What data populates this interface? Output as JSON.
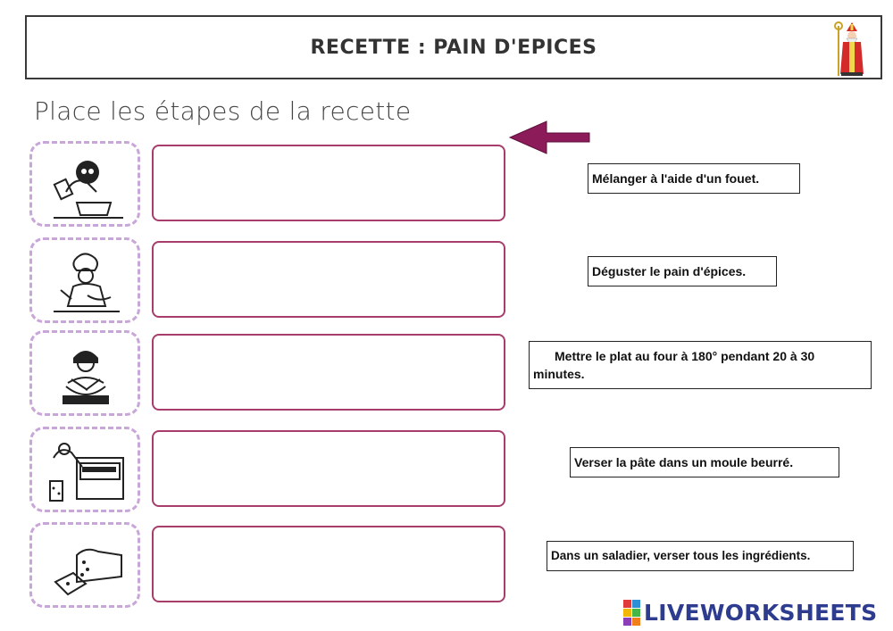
{
  "header": {
    "title": "RECETTE : PAIN D'EPICES",
    "icon": "saint-nicolas-icon"
  },
  "instruction": "Place les étapes de la recette",
  "arrow_color": "#8b1c59",
  "images": [
    {
      "icon": "person-pouring-ingredients-icon"
    },
    {
      "icon": "chef-whisking-icon"
    },
    {
      "icon": "child-mixing-bowl-icon"
    },
    {
      "icon": "person-oven-icon"
    },
    {
      "icon": "gingerbread-loaf-icon"
    }
  ],
  "labels": [
    {
      "text": "Mélanger à l'aide d'un fouet."
    },
    {
      "text": "Déguster le pain d'épices."
    },
    {
      "text": "Mettre le plat au four à 180° pendant 20 à 30 minutes."
    },
    {
      "text": "Verser la pâte dans un moule beurré."
    },
    {
      "text": "Dans un saladier, verser tous les ingrédients."
    }
  ],
  "brand": {
    "text": "LIVEWORKSHEETS",
    "logo_colors": [
      "#e03a3a",
      "#2d8fd6",
      "#f2b705",
      "#47b649",
      "#8a3fb8",
      "#f07f1a"
    ]
  }
}
